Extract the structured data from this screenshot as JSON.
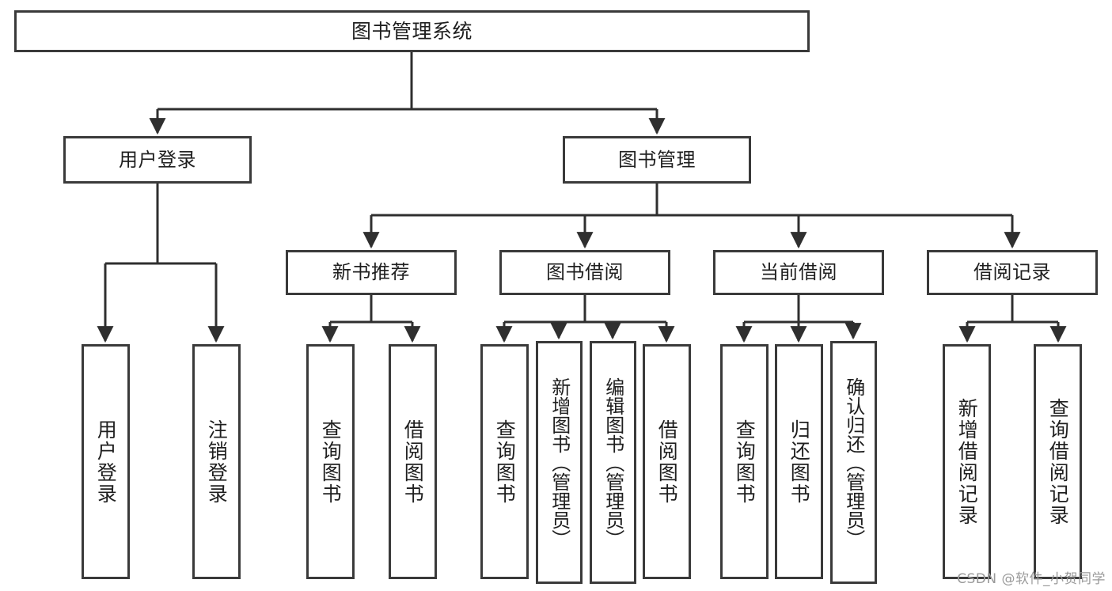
{
  "diagram": {
    "title": "图书管理系统",
    "watermark": "CSDN @软件_小贺同学",
    "colors": {
      "box_border": "#3a3a3a",
      "box_fill": "#ffffff",
      "connector": "#2f2f2f",
      "text": "#1f1f1f",
      "watermark": "#9a9a9a"
    },
    "root": {
      "label": "图书管理系统"
    },
    "level2": [
      {
        "label": "用户登录"
      },
      {
        "label": "图书管理"
      }
    ],
    "level3": [
      {
        "label": "新书推荐"
      },
      {
        "label": "图书借阅"
      },
      {
        "label": "当前借阅"
      },
      {
        "label": "借阅记录"
      }
    ],
    "leaves": {
      "user_login": [
        {
          "label": "用户登录"
        },
        {
          "label": "注销登录"
        }
      ],
      "new_book_recommend": [
        {
          "label": "查询图书"
        },
        {
          "label": "借阅图书"
        }
      ],
      "book_borrow": [
        {
          "label": "查询图书"
        },
        {
          "label": "新增图书（管理员）"
        },
        {
          "label": "编辑图书（管理员）"
        },
        {
          "label": "借阅图书"
        }
      ],
      "current_borrow": [
        {
          "label": "查询图书"
        },
        {
          "label": "归还图书"
        },
        {
          "label": "确认归还（管理员）"
        }
      ],
      "borrow_record": [
        {
          "label": "新增借阅记录"
        },
        {
          "label": "查询借阅记录"
        }
      ]
    }
  }
}
